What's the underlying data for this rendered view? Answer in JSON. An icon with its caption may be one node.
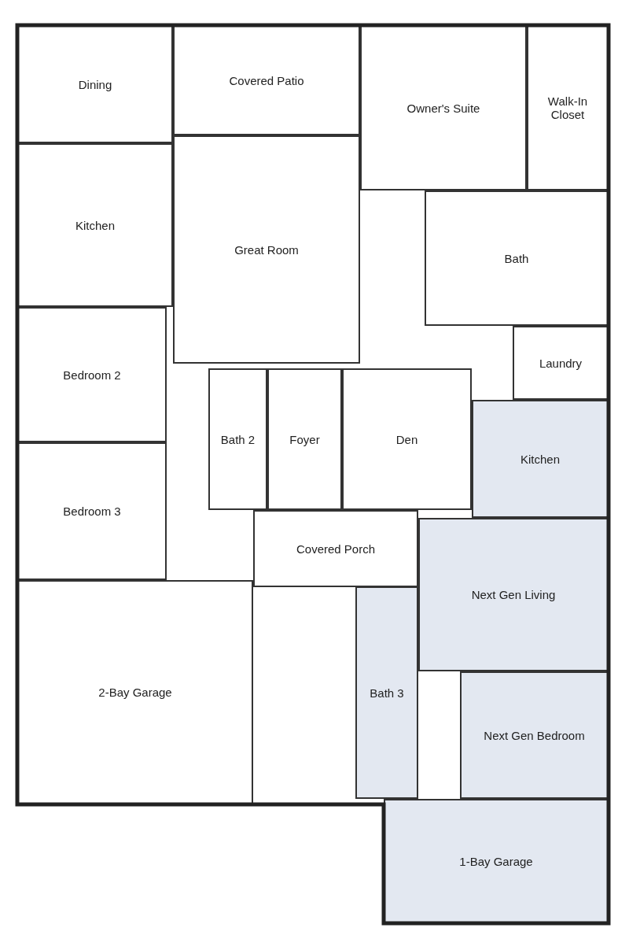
{
  "diagram": {
    "nodes": [
      {
        "text": [
          "Dining"
        ]
      },
      {
        "text": [
          "Covered Patio"
        ]
      },
      {
        "text": [
          "Owner's Suite"
        ]
      },
      {
        "text": [
          "Walk-In Closet"
        ]
      },
      {
        "text": [
          "Kitchen"
        ]
      },
      {
        "text": [
          "Great Room"
        ]
      },
      {
        "text": [
          "Bath"
        ]
      },
      {
        "text": [
          "Bedroom 2"
        ]
      },
      {
        "text": [
          "Laundry"
        ]
      },
      {
        "text": [
          "Foyer"
        ]
      },
      {
        "text": [
          "Den"
        ]
      },
      {
        "text": [
          "Bath 2"
        ]
      },
      {
        "text": [
          "Kitchen"
        ]
      },
      {
        "text": [
          "Bedroom 3"
        ]
      },
      {
        "text": [
          "Covered Porch"
        ]
      },
      {
        "text": [
          "Next Gen Living"
        ]
      },
      {
        "text": [
          "Bath 3"
        ]
      },
      {
        "text": [
          "2-Bay Garage"
        ]
      },
      {
        "text": [
          "Next Gen Bedroom"
        ]
      },
      {
        "text": [
          "1-Bay Garage"
        ]
      }
    ]
  }
}
